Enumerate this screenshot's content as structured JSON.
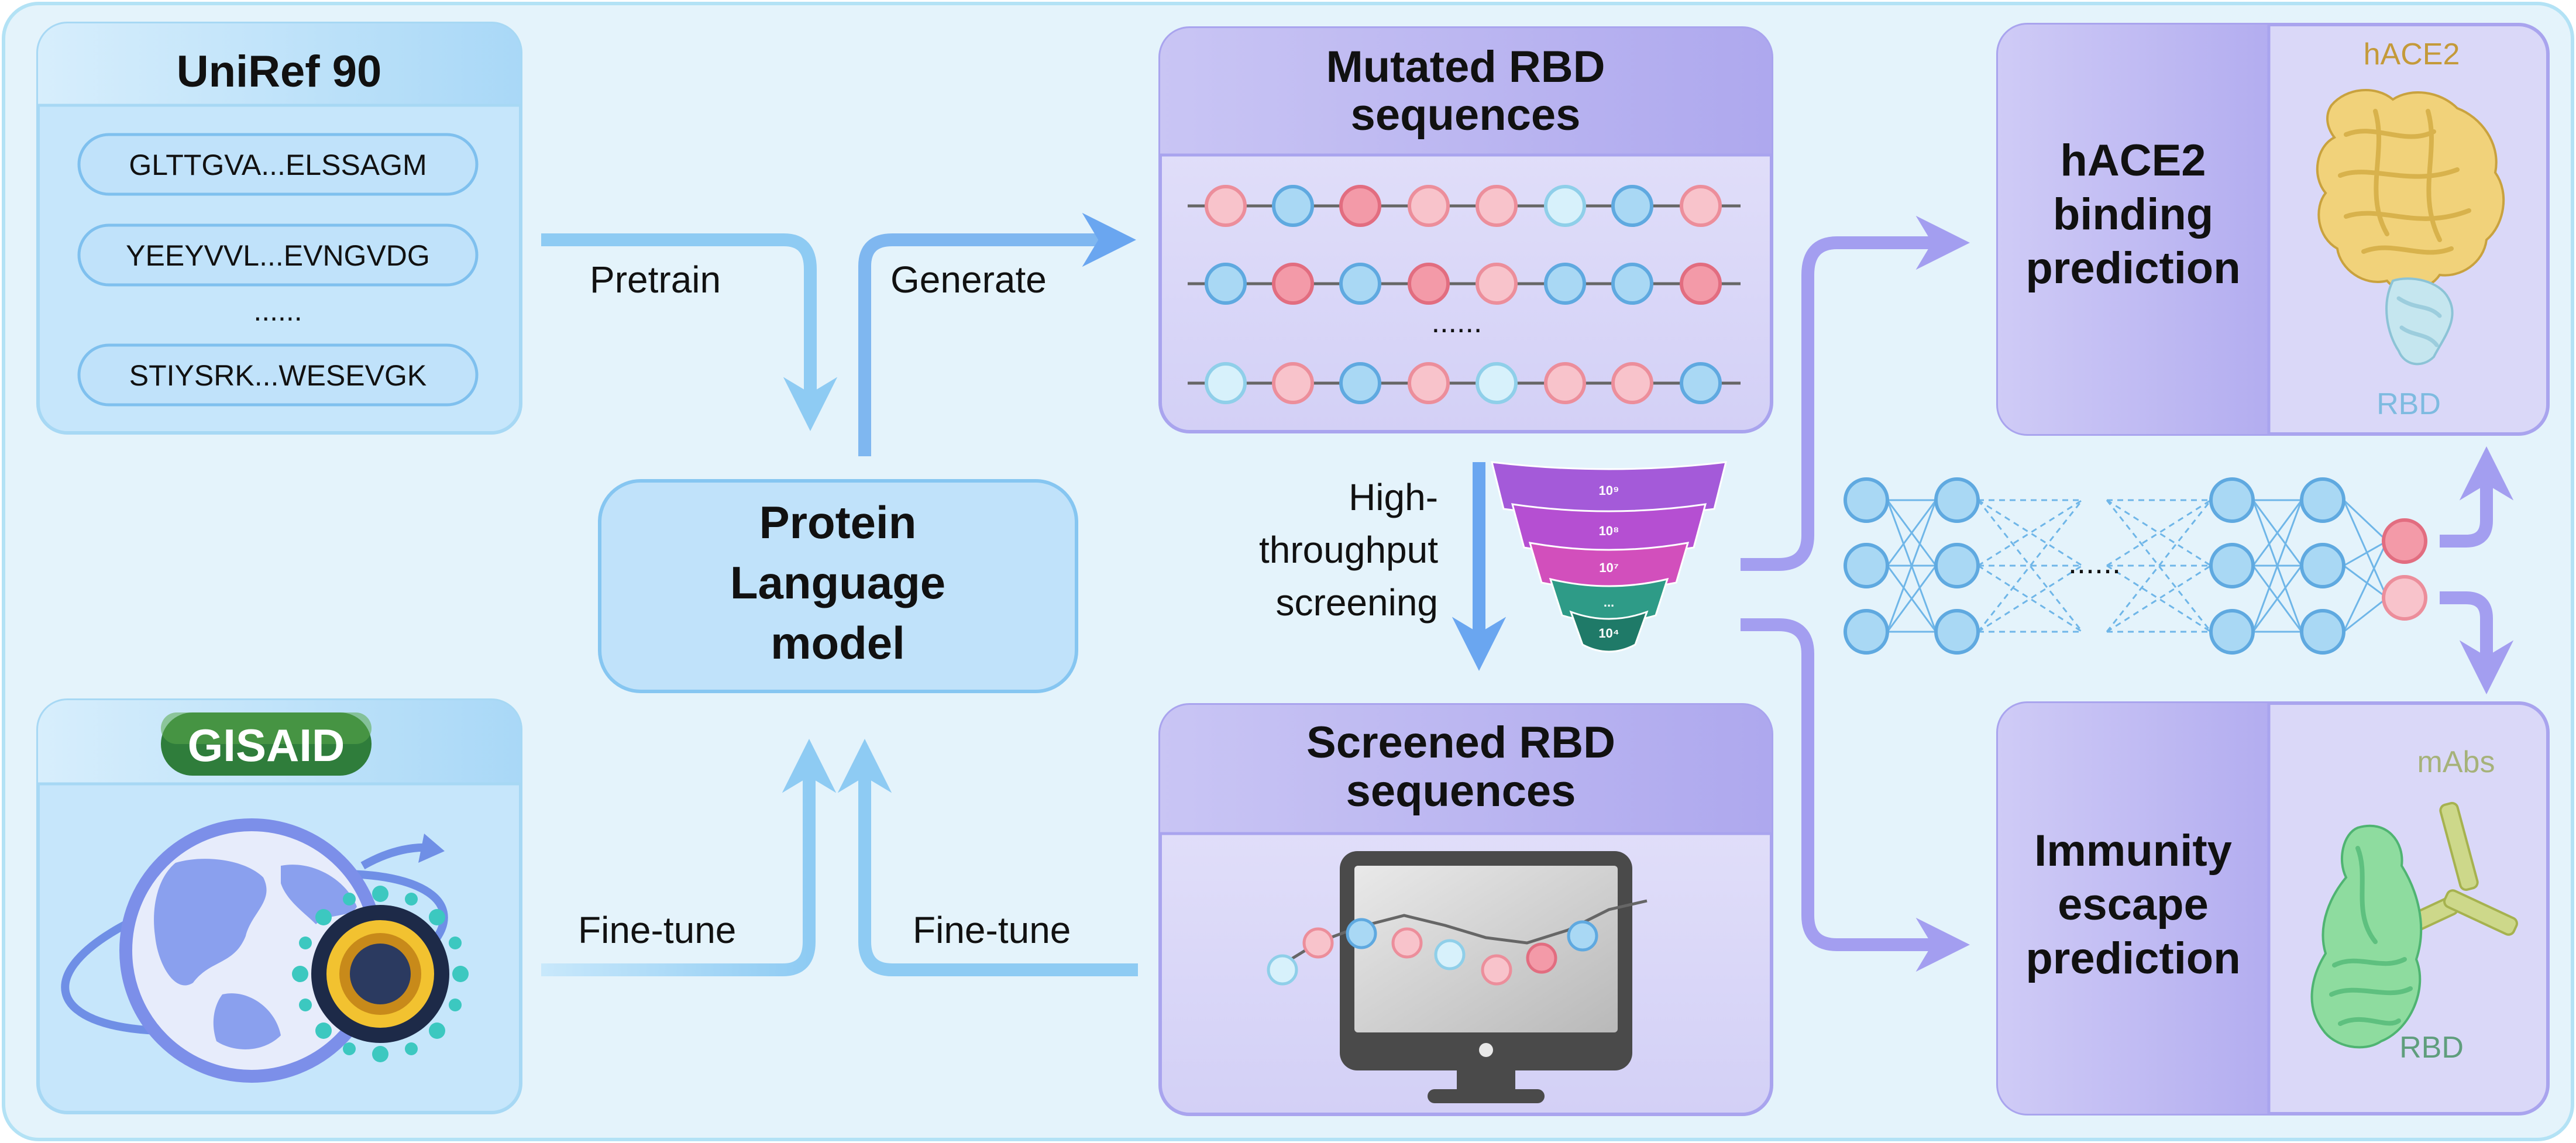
{
  "uniref": {
    "title": "UniRef 90",
    "sequences": [
      "GLTTGVA...ELSSAGM",
      "YEEYVVL...EVNGVDG",
      "......",
      "STIYSRK...WESEVGK"
    ]
  },
  "gisaid": {
    "logo_text": "GISAID"
  },
  "plm": {
    "line1": "Protein",
    "line2": "Language",
    "line3": "model"
  },
  "edges": {
    "pretrain": "Pretrain",
    "generate": "Generate",
    "finetune_left": "Fine-tune",
    "finetune_right": "Fine-tune",
    "hts_line1": "High-",
    "hts_line2": "throughput",
    "hts_line3": "screening"
  },
  "mutated": {
    "title_line1": "Mutated RBD",
    "title_line2": "sequences",
    "ellipsis": "......"
  },
  "screened": {
    "title_line1": "Screened RBD",
    "title_line2": "sequences"
  },
  "funnel": {
    "labels": [
      "10⁹",
      "10⁸",
      "10⁷",
      "...",
      "10⁴"
    ]
  },
  "network": {
    "ellipsis": "......"
  },
  "hace2_pred": {
    "line1": "hACE2",
    "line2": "binding",
    "line3": "prediction",
    "protein_label": "hACE2",
    "rbd_label": "RBD"
  },
  "immunity_pred": {
    "line1": "Immunity",
    "line2": "escape",
    "line3": "prediction",
    "mabs_label": "mAbs",
    "rbd_label": "RBD"
  },
  "colors": {
    "background": "#e4f3fb",
    "blue_box": "#c6e6fb",
    "purple_box": "#d6d4f6",
    "purple_header": "#b9b4ef",
    "arrow_blue": "#8ecbf3",
    "arrow_purple": "#a39ef0",
    "node_pink": "#f7b4bf",
    "node_blue": "#a9d8f4"
  }
}
